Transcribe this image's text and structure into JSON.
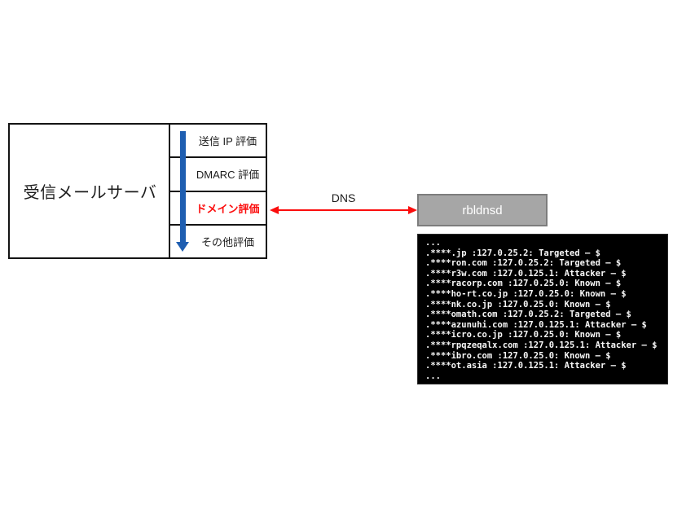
{
  "diagram": {
    "server_box": {
      "label": "受信メールサーバ"
    },
    "evaluations": [
      {
        "label": "送信 IP 評価",
        "highlight": false
      },
      {
        "label": "DMARC 評価",
        "highlight": false
      },
      {
        "label": "ドメイン評価",
        "highlight": true
      },
      {
        "label": "その他評価",
        "highlight": false
      }
    ],
    "dns_label": "DNS",
    "rbldnsd_label": "rbldnsd",
    "colors": {
      "flow_arrow": "#1e5eb1",
      "dns_arrow": "#fb0d0d",
      "highlight_text": "#fb0d0d",
      "box_border": "#141414",
      "rbldnsd_bg": "#a6a6a6",
      "rbldnsd_border": "#7d7d7d",
      "rbldnsd_text": "#ffffff",
      "terminal_bg": "#000000",
      "terminal_text": "#f8f8f8"
    }
  },
  "terminal": {
    "lines": [
      "...",
      ".****.jp :127.0.25.2: Targeted – $",
      ".****ron.com :127.0.25.2: Targeted – $",
      ".****r3w.com :127.0.125.1: Attacker – $",
      ".****racorp.com :127.0.25.0: Known – $",
      ".****ho-rt.co.jp :127.0.25.0: Known – $",
      ".****nk.co.jp :127.0.25.0: Known – $",
      ".****omath.com :127.0.25.2: Targeted – $",
      ".****azunuhi.com :127.0.125.1: Attacker – $",
      ".****icro.co.jp :127.0.25.0: Known – $",
      ".****rpqzeqalx.com :127.0.125.1: Attacker – $",
      ".****ibro.com :127.0.25.0: Known – $",
      ".****ot.asia :127.0.125.1: Attacker – $",
      "..."
    ]
  }
}
